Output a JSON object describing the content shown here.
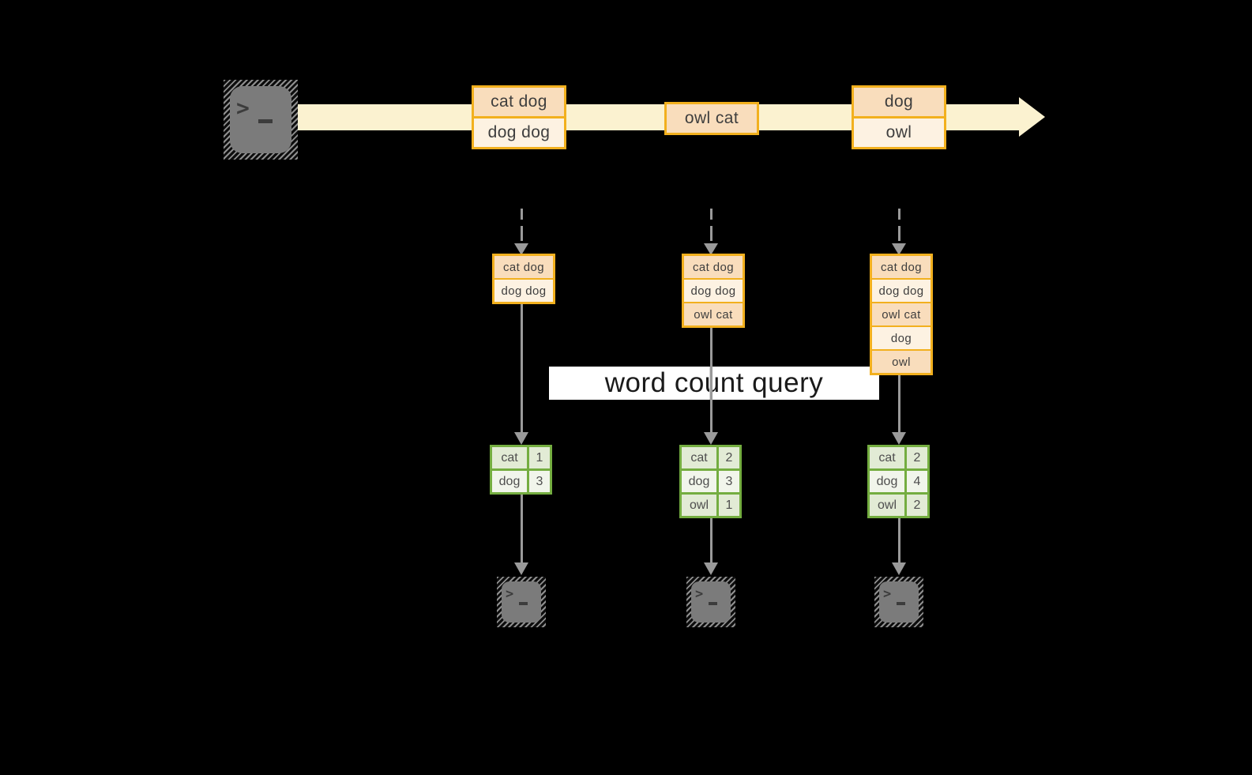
{
  "banner": {
    "label": "word count query"
  },
  "icons": {
    "source_terminal": "terminal-icon",
    "sink_terminal": "terminal-icon",
    "terminal_prompt": ">_",
    "stream_arrow": "right-arrow",
    "flow_arrow": "down-arrow"
  },
  "stream": {
    "batches": [
      {
        "records": [
          "cat dog",
          "dog dog"
        ]
      },
      {
        "records": [
          "owl cat"
        ]
      },
      {
        "records": [
          "dog",
          "owl"
        ]
      }
    ]
  },
  "columns": [
    {
      "accumulated_records": [
        "cat dog",
        "dog dog"
      ],
      "counts": [
        {
          "word": "cat",
          "count": "1"
        },
        {
          "word": "dog",
          "count": "3"
        }
      ]
    },
    {
      "accumulated_records": [
        "cat dog",
        "dog dog",
        "owl cat"
      ],
      "counts": [
        {
          "word": "cat",
          "count": "2"
        },
        {
          "word": "dog",
          "count": "3"
        },
        {
          "word": "owl",
          "count": "1"
        }
      ]
    },
    {
      "accumulated_records": [
        "cat dog",
        "dog dog",
        "owl cat",
        "dog",
        "owl"
      ],
      "counts": [
        {
          "word": "cat",
          "count": "2"
        },
        {
          "word": "dog",
          "count": "4"
        },
        {
          "word": "owl",
          "count": "2"
        }
      ]
    }
  ],
  "colors": {
    "background": "#000000",
    "stream_band": "#fbf2d0",
    "record_border": "#f2b01e",
    "record_fill_dark": "#f9ddbc",
    "record_fill_light": "#fdf2e2",
    "record_text": "#3e3e3e",
    "table_border": "#74ad40",
    "table_fill_dark": "#e2ebd5",
    "table_fill_light": "#f1f5eb",
    "table_text": "#4e4e4e",
    "arrow_gray": "#9a9a9a",
    "terminal_fill": "#7b7b7b",
    "banner_bg": "#ffffff",
    "banner_text": "#1a1a1a"
  }
}
